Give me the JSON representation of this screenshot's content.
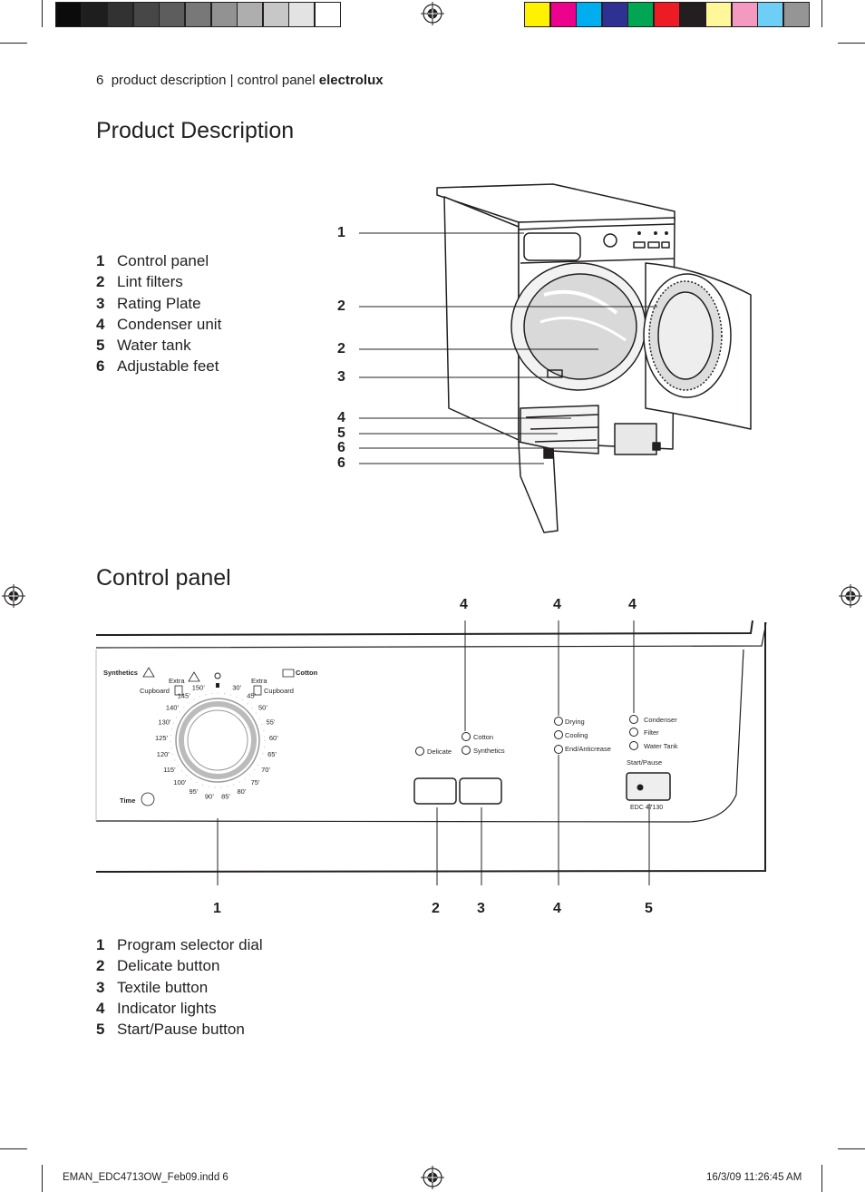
{
  "header": {
    "page_number": "6",
    "section_path": "product description | control panel",
    "brand": "electrolux"
  },
  "color_bar": {
    "grays": [
      "#0b0b0b",
      "#1e1e1e",
      "#323232",
      "#474747",
      "#5d5d5d",
      "#787878",
      "#929292",
      "#aeaeae",
      "#c7c7c7",
      "#e3e3e3",
      "#ffffff"
    ],
    "process": [
      "#fff200",
      "#ec008c",
      "#00aeef",
      "#2e3192",
      "#00a651",
      "#ed1c24",
      "#231f20",
      "#fff799",
      "#f49ac1",
      "#6dcff6",
      "#959595"
    ]
  },
  "product_description": {
    "title": "Product Description",
    "items": [
      {
        "num": "1",
        "label": "Control panel"
      },
      {
        "num": "2",
        "label": "Lint filters"
      },
      {
        "num": "3",
        "label": "Rating Plate"
      },
      {
        "num": "4",
        "label": "Condenser unit"
      },
      {
        "num": "5",
        "label": "Water tank"
      },
      {
        "num": "6",
        "label": "Adjustable feet"
      }
    ],
    "callouts": [
      "1",
      "2",
      "2",
      "3",
      "4",
      "5",
      "6",
      "6"
    ]
  },
  "control_panel": {
    "title": "Control panel",
    "top_callouts": [
      "4",
      "4",
      "4"
    ],
    "bottom_callouts": [
      "1",
      "2",
      "3",
      "4",
      "5"
    ],
    "items": [
      {
        "num": "1",
        "label": "Program selector dial"
      },
      {
        "num": "2",
        "label": "Delicate button"
      },
      {
        "num": "3",
        "label": "Textile button"
      },
      {
        "num": "4",
        "label": "Indicator lights"
      },
      {
        "num": "5",
        "label": "Start/Pause button"
      }
    ],
    "panel_labels": {
      "synthetics": "Synthetics",
      "cotton": "Cotton",
      "extra_left": "Extra",
      "extra_right": "Extra",
      "cupboard_left": "Cupboard",
      "cupboard_right": "Cupboard",
      "time": "Time",
      "delicate": "Delicate",
      "cotton_light": "Cotton",
      "synthetics_light": "Synthetics",
      "drying": "Drying",
      "cooling": "Cooling",
      "end_anticrease": "End/Anticrease",
      "condenser": "Condenser",
      "filter": "Filter",
      "water_tank": "Water Tank",
      "start_pause": "Start/Pause",
      "model": "EDC 47130"
    },
    "dial_times": [
      "150’",
      "145’",
      "140’",
      "130’",
      "125’",
      "120’",
      "115’",
      "100’",
      "95’",
      "90’",
      "85’",
      "80’",
      "75’",
      "70’",
      "65’",
      "60’",
      "55’",
      "50’",
      "45’",
      "30’"
    ]
  },
  "footer": {
    "file": "EMAN_EDC4713OW_Feb09.indd   6",
    "timestamp": "16/3/09   11:26:45 AM"
  }
}
